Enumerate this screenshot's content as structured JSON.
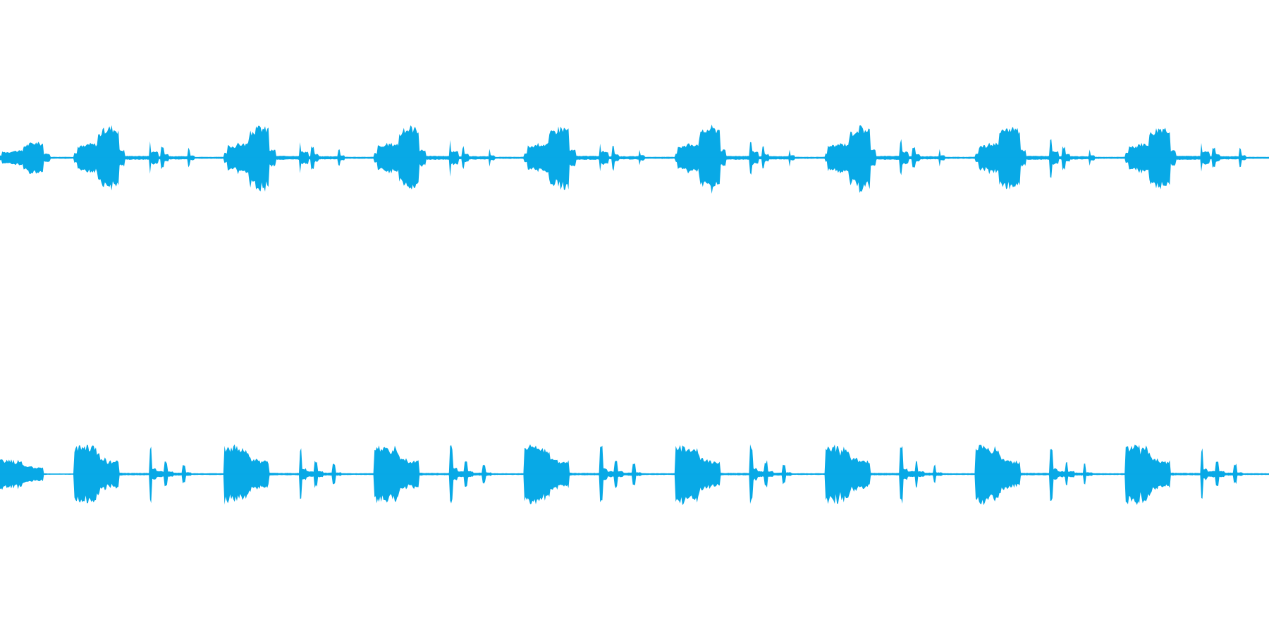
{
  "waveform": {
    "color": "#08a9e6",
    "channels": [
      {
        "name": "channel-top",
        "pattern": [
          {
            "type": "rise-swell",
            "amp": 1.0,
            "span": 0.55
          },
          {
            "type": "double-tick",
            "amp": 0.35,
            "span": 0.3
          },
          {
            "type": "single-tick",
            "amp": 0.25,
            "span": 0.15
          }
        ],
        "events": 8
      },
      {
        "name": "channel-bottom",
        "pattern": [
          {
            "type": "block-burst",
            "amp": 1.0,
            "span": 0.6
          },
          {
            "type": "double-tick",
            "amp": 0.9,
            "span": 0.25
          },
          {
            "type": "single-tick",
            "amp": 0.45,
            "span": 0.15
          }
        ],
        "events": 8
      }
    ]
  }
}
